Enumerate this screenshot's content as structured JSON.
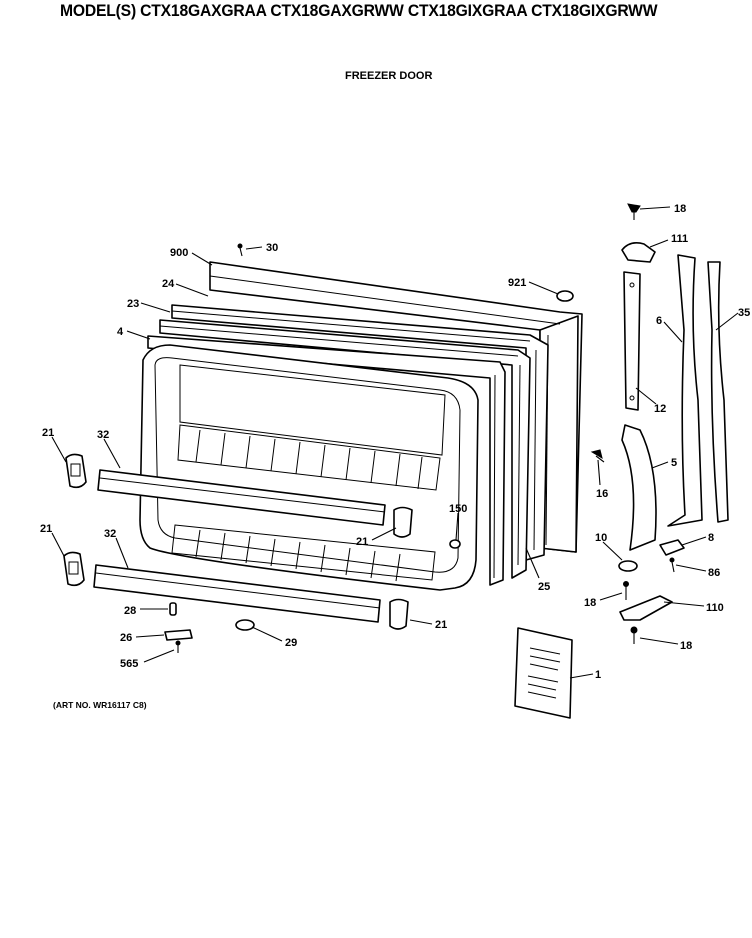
{
  "header": {
    "models_label": "MODEL(S)",
    "models": "CTX18GAXGRAA  CTX18GAXGRWW  CTX18GIXGRAA  CTX18GIXGRWW"
  },
  "subtitle": "FREEZER DOOR",
  "art_number": "(ART NO. WR16117 C8)",
  "callouts": [
    "18",
    "111",
    "30",
    "900",
    "921",
    "24",
    "23",
    "4",
    "6",
    "35",
    "12",
    "21",
    "32",
    "5",
    "16",
    "150",
    "21",
    "8",
    "86",
    "10",
    "21",
    "32",
    "25",
    "18",
    "110",
    "28",
    "21",
    "26",
    "29",
    "18",
    "565",
    "1"
  ]
}
